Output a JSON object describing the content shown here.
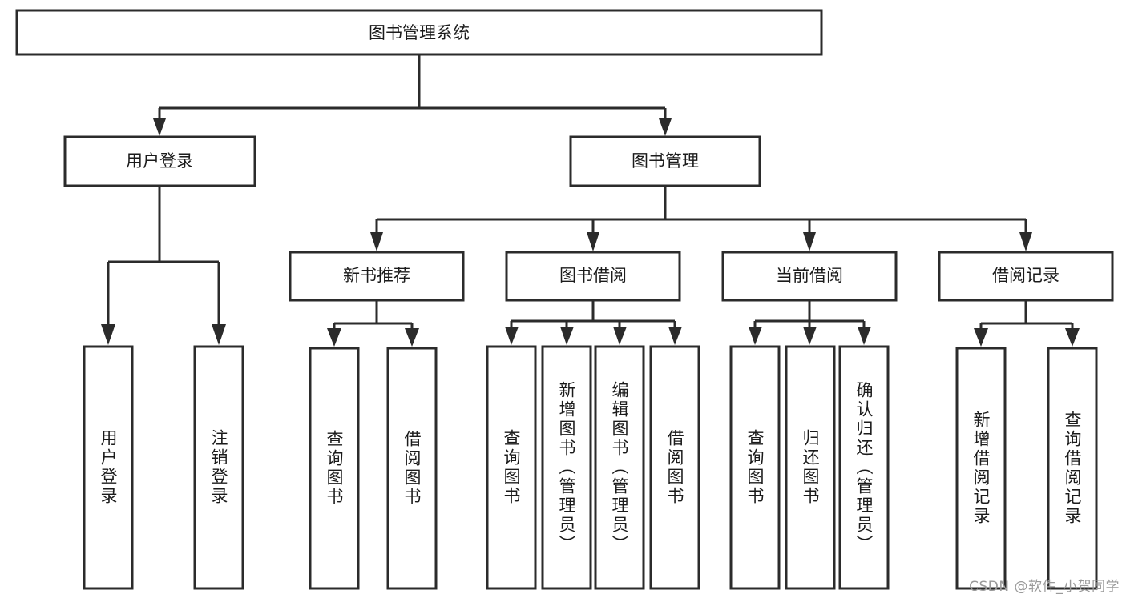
{
  "diagram": {
    "title": "图书管理系统",
    "type": "hierarchy-tree",
    "watermark": "CSDN @软件_小贺同学",
    "colors": {
      "stroke": "#2b2b2b",
      "fill": "#ffffff",
      "text": "#1b1b1b",
      "watermark": "#9a9a9a"
    },
    "levels": {
      "root": {
        "label": "图书管理系统"
      },
      "level2": [
        {
          "label": "用户登录"
        },
        {
          "label": "图书管理"
        }
      ],
      "level3": [
        {
          "label": "新书推荐"
        },
        {
          "label": "图书借阅"
        },
        {
          "label": "当前借阅"
        },
        {
          "label": "借阅记录"
        }
      ]
    },
    "leaves": {
      "user_login": [
        {
          "label": "用户登录"
        },
        {
          "label": "注销登录"
        }
      ],
      "new_book_recommend": [
        {
          "label": "查询图书"
        },
        {
          "label": "借阅图书"
        }
      ],
      "book_borrow": [
        {
          "label": "查询图书"
        },
        {
          "label": "新增图书（管理员）"
        },
        {
          "label": "编辑图书（管理员）"
        },
        {
          "label": "借阅图书"
        }
      ],
      "current_borrow": [
        {
          "label": "查询图书"
        },
        {
          "label": "归还图书"
        },
        {
          "label": "确认归还（管理员）"
        }
      ],
      "borrow_records": [
        {
          "label": "新增借阅记录"
        },
        {
          "label": "查询借阅记录"
        }
      ]
    }
  }
}
